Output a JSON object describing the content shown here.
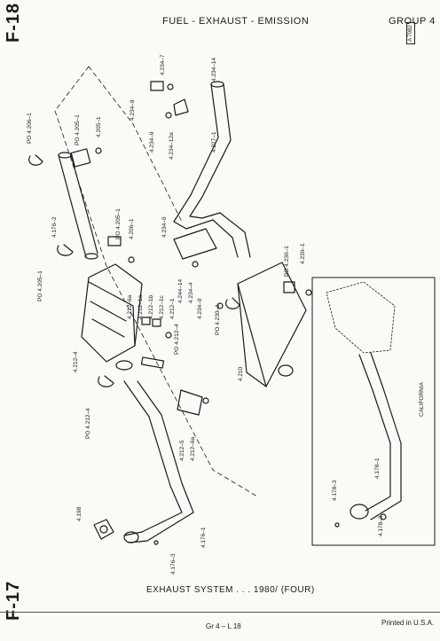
{
  "header": {
    "page_code_top": "F-18",
    "title": "FUEL - EXHAUST - EMISSION",
    "group": "GROUP 4",
    "ref_code": "A 7082"
  },
  "caption": "EXHAUST SYSTEM . . . 1980/ (FOUR)",
  "footer": {
    "page_code_bottom": "F-17",
    "center": "Gr 4 – L 18",
    "printed": "Printed in U.S.A."
  },
  "inset_label": "CALIFORNIA",
  "part_labels": {
    "p4206_1": "PO 4.206–1",
    "p4205_1a": "PO 4.205–1",
    "p4205_1b": "4.205–1",
    "p4176_2": "4.176–2",
    "p4205_1c": "PO 4.205–1",
    "p4206_1b": "4.206–1",
    "p4205_1d": "PO 4.205–1",
    "p4212_6a": "4.212–6a",
    "p4212_1a": "4.212–1a",
    "p4212_1b": "4.212–1b",
    "p4212_1c": "4.212–1c",
    "p4212_1": "4.212–1",
    "p4212_4a": "PO 4.212–4",
    "p4212_4b": "4.212–4",
    "p4212_5": "4.212–5",
    "p4212_6": "4.212–6a",
    "p4212_4c": "PO 4.212–4",
    "p4198": "4.198",
    "p4176_3a": "4.176–3",
    "p4176_1": "4.176–1",
    "p4234_9": "4.234–9",
    "p4234_7": "4.234–7",
    "p4234_9b": "4.234–9",
    "p4234_12a": "4.234–12a",
    "p4234_14": "4.234–14",
    "p4227_1": "4.227–1",
    "p4234_9c": "4.234–9",
    "p4244_14": "4.244–14",
    "p4234_4": "4.234–4",
    "p4234_9d": "4.234–9",
    "p4230_1a": "PO 4.230–1",
    "p4230_1b": "4.230–1",
    "p4230_1c": "PO 4.230–1",
    "p4210": "4.210",
    "p4178_3": "4.178–3",
    "p4178_1": "4.178–1",
    "p4178_3b": "4.178–3"
  }
}
